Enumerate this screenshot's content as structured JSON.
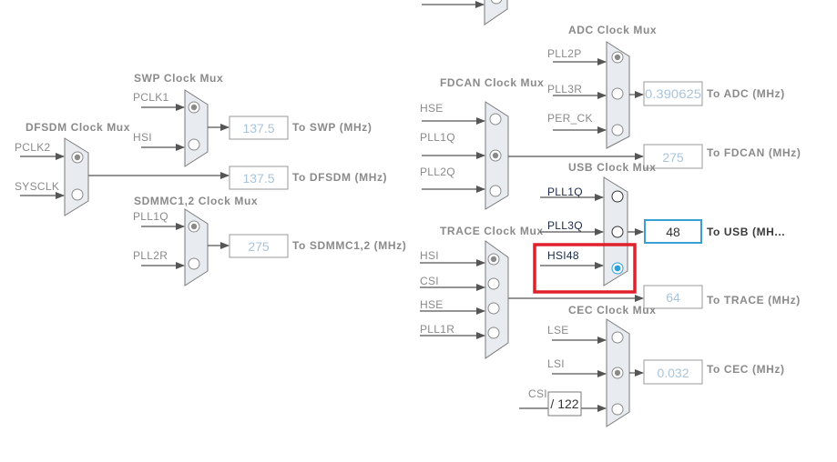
{
  "colors": {
    "mux_fill": "#e8ebef",
    "value_inactive": "#a9c4dc",
    "value_active": "#333333",
    "active_border": "#3a9fd5",
    "highlight": "#e0212b",
    "selected_radio": "#2a9fd8"
  },
  "muxes": {
    "dfsdm": {
      "title": "DFSDM Clock Mux",
      "inputs": [
        "PCLK2",
        "SYSCLK"
      ],
      "selected": 0,
      "value": "137.5",
      "output_label": "To DFSDM (MHz)"
    },
    "swp": {
      "title": "SWP Clock Mux",
      "inputs": [
        "PCLK1",
        "HSI"
      ],
      "selected": 0,
      "value": "137.5",
      "output_label": "To SWP (MHz)"
    },
    "sdmmc": {
      "title": "SDMMC1,2 Clock Mux",
      "inputs": [
        "PLL1Q",
        "PLL2R"
      ],
      "selected": 0,
      "value": "275",
      "output_label": "To SDMMC1,2 (MHz)"
    },
    "adc": {
      "title": "ADC Clock Mux",
      "inputs": [
        "PLL2P",
        "PLL3R",
        "PER_CK"
      ],
      "selected": 0,
      "value": "0.390625",
      "output_label": "To ADC (MHz)"
    },
    "fdcan": {
      "title": "FDCAN Clock Mux",
      "inputs": [
        "HSE",
        "PLL1Q",
        "PLL2Q"
      ],
      "selected": 1,
      "value": "275",
      "output_label": "To FDCAN (MHz)"
    },
    "usb": {
      "title": "USB Clock Mux",
      "inputs": [
        "PLL1Q",
        "PLL3Q",
        "HSI48"
      ],
      "selected": 2,
      "value": "48",
      "output_label": "To USB (MH..."
    },
    "trace": {
      "title": "TRACE Clock Mux",
      "inputs": [
        "HSI",
        "CSI",
        "HSE",
        "PLL1R"
      ],
      "selected": 0,
      "value": "64",
      "output_label": "To TRACE (MHz)"
    },
    "cec": {
      "title": "CEC Clock Mux",
      "inputs": [
        "LSE",
        "LSI",
        "CSI"
      ],
      "selected": 1,
      "value": "0.032",
      "output_label": "To CEC (MHz)",
      "csi_divider": "/ 122"
    }
  }
}
